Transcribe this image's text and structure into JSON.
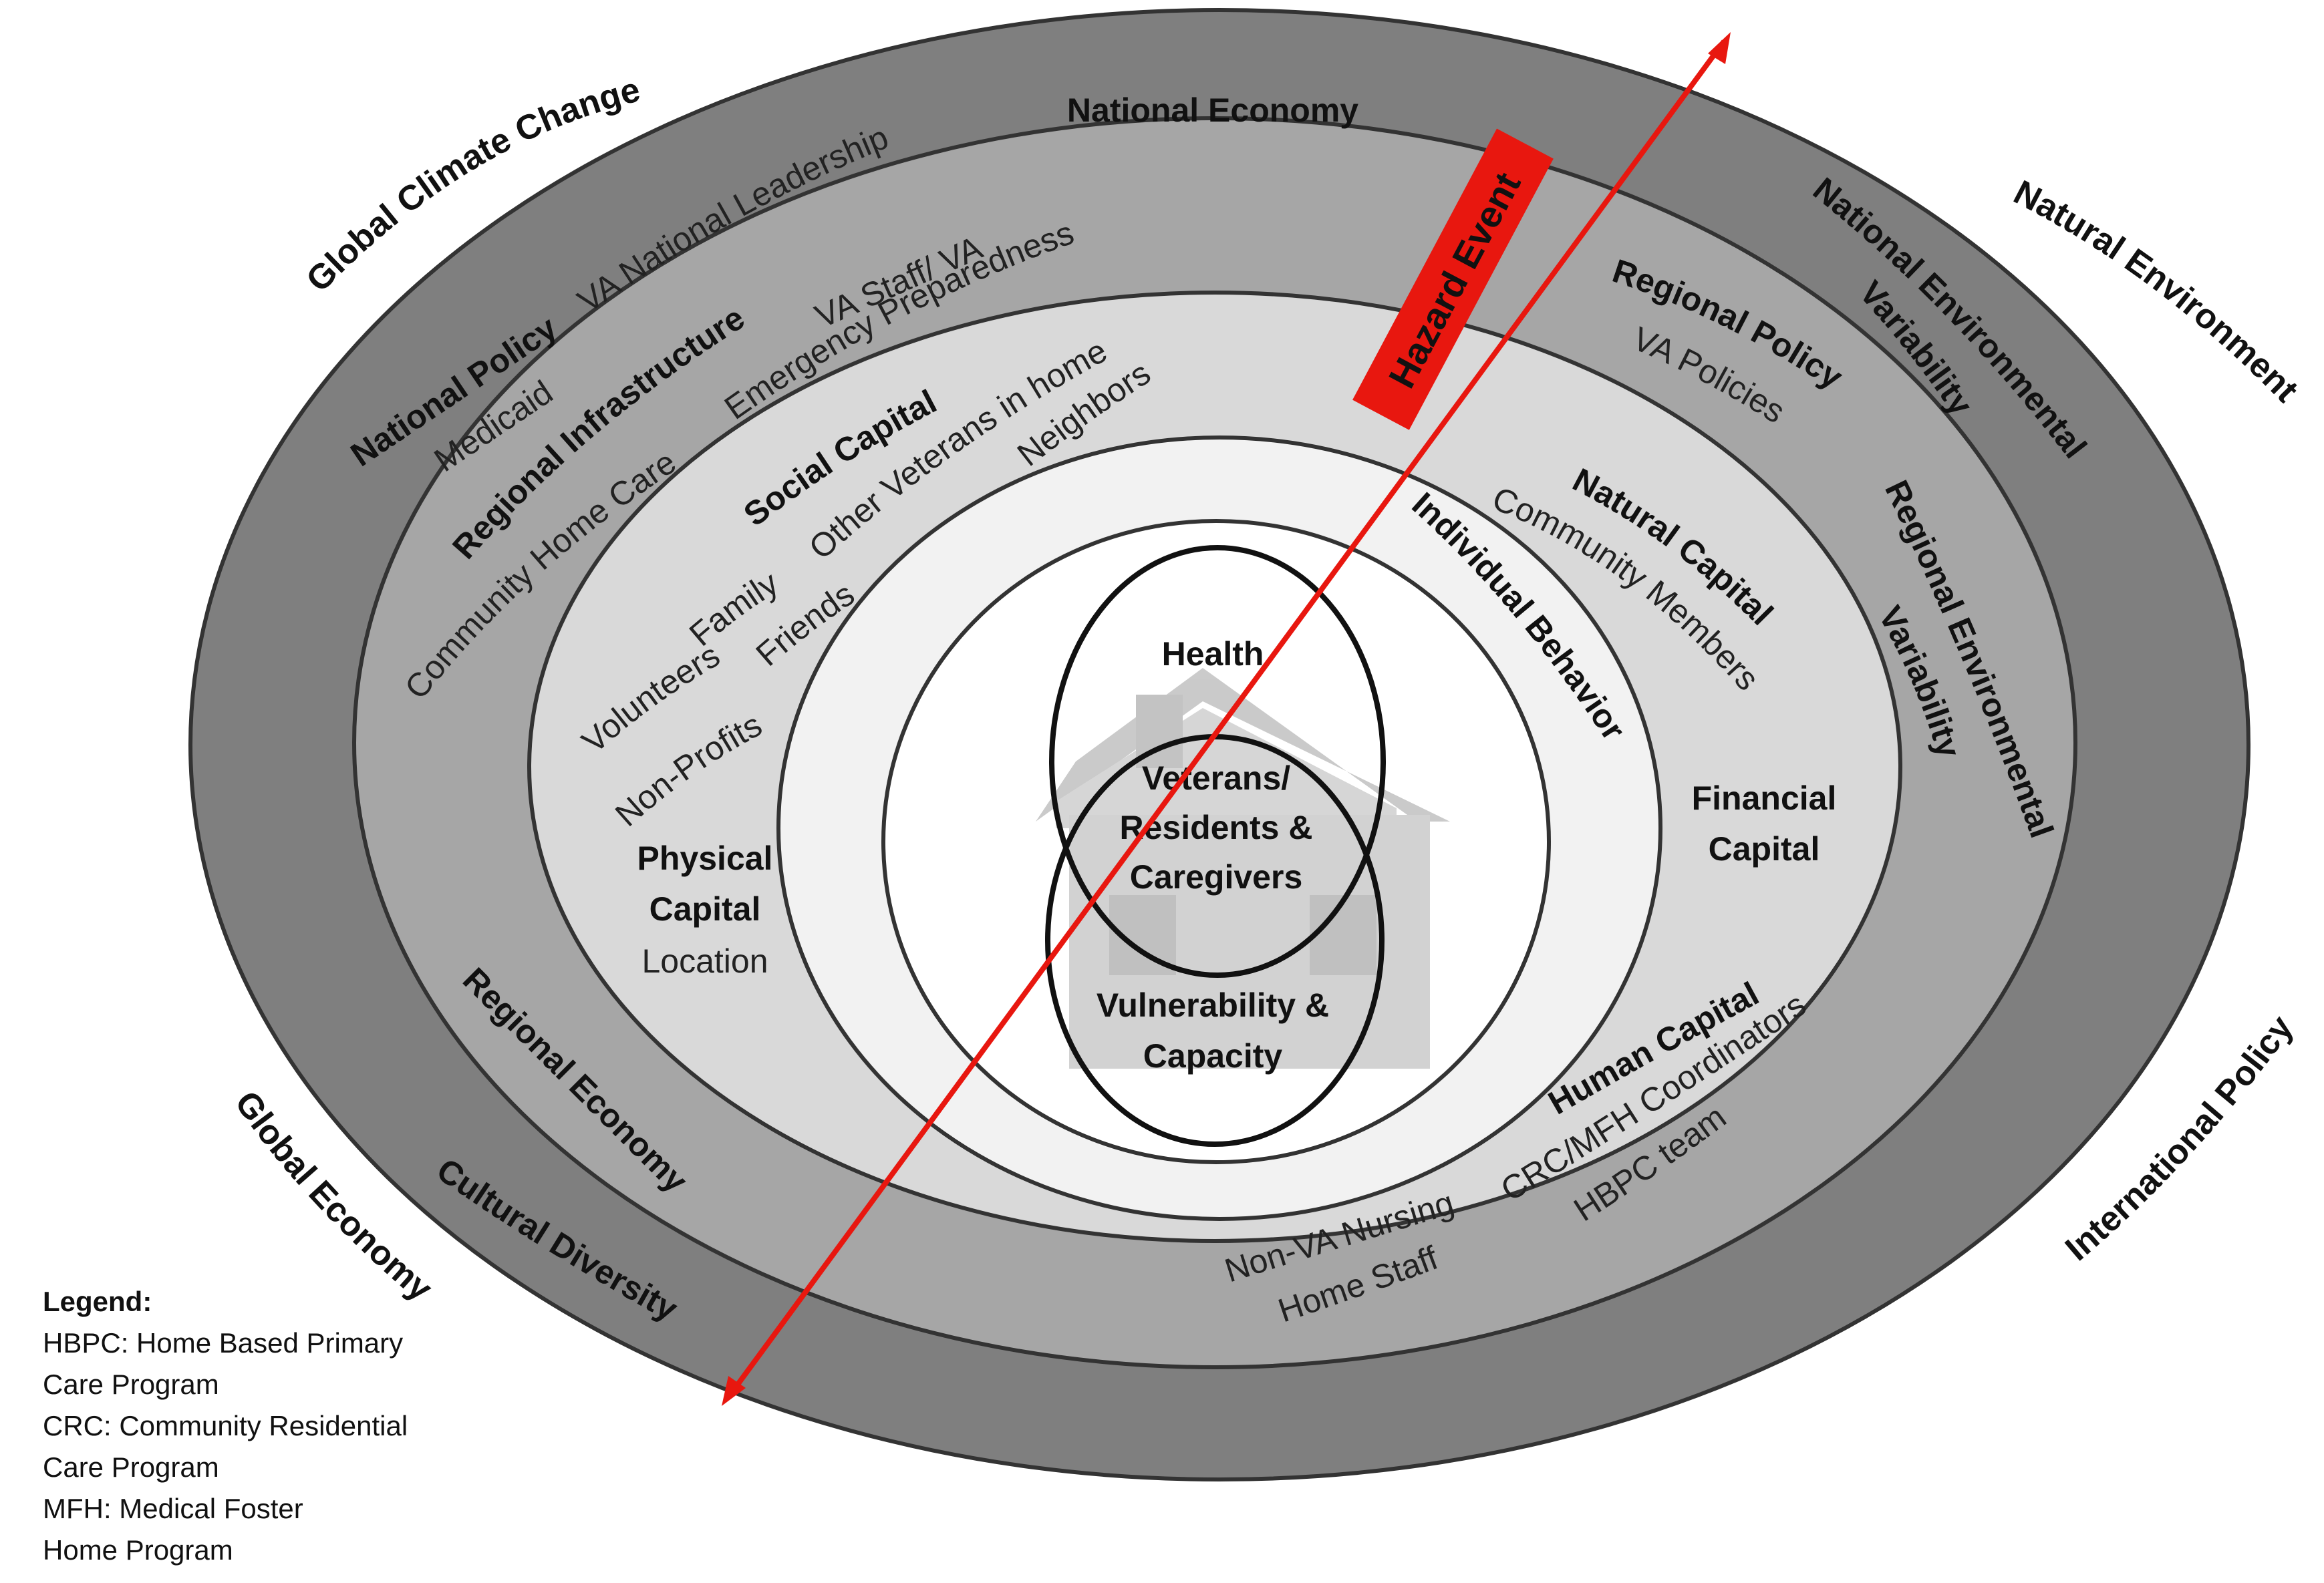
{
  "outer_labels": {
    "global_climate_change": "Global Climate Change",
    "natural_environment": "Natural Environment",
    "international_policy": "International Policy",
    "global_economy": "Global Economy"
  },
  "ring_national": {
    "national_economy": "National  Economy",
    "national_policy": "National  Policy",
    "medicaid": "Medicaid",
    "va_national_leadership": "VA National Leadership",
    "national_environmental_variability_1": "National Environmental",
    "national_environmental_variability_2": "Variability",
    "cultural_diversity": "Cultural Diversity"
  },
  "ring_regional": {
    "regional_infrastructure": "Regional Infrastructure",
    "community_home_care": "Community Home Care",
    "va_staff_va": "VA Staff/ VA",
    "emergency_preparedness": "Emergency Preparedness",
    "regional_policy": "Regional Policy",
    "va_policies": "VA Policies",
    "regional_environmental_variability_1": "Regional Environmental",
    "regional_environmental_variability_2": "Variability",
    "regional_economy": "Regional Economy"
  },
  "ring_capital": {
    "social_capital": "Social Capital",
    "other_veterans_in_home": "Other Veterans in home",
    "neighbors": "Neighbors",
    "family": "Family",
    "volunteers": "Volunteers",
    "friends": "Friends",
    "non_profits": "Non-Profits",
    "physical_capital_1": "Physical",
    "physical_capital_2": "Capital",
    "location": "Location",
    "natural_capital": "Natural Capital",
    "community_members": "Community Members",
    "financial_capital_1": "Financial",
    "financial_capital_2": "Capital",
    "human_capital": "Human Capital",
    "crc_mfh_coordinators": "CRC/MFH Coordinators",
    "hbpc_team": "HBPC team",
    "non_va_nursing": "Non-VA  Nursing",
    "home_staff": "Home Staff"
  },
  "ring_individual": {
    "individual_behavior": "Individual Behavior"
  },
  "core": {
    "health": "Health",
    "veterans_1": "Veterans/",
    "veterans_2": "Residents &",
    "veterans_3": "Caregivers",
    "vulnerability_1": "Vulnerability &",
    "vulnerability_2": "Capacity"
  },
  "hazard": {
    "label": "Hazard Event",
    "color": "#e8170f"
  },
  "legend": {
    "title": "Legend:",
    "lines": [
      "HBPC: Home Based Primary",
      "Care Program",
      "CRC: Community Residential",
      "Care Program",
      "MFH: Medical Foster",
      "Home Program"
    ]
  },
  "colors": {
    "ring_national": "#7f7f7f",
    "ring_regional": "#a6a6a6",
    "ring_capital": "#d9d9d9",
    "ring_individual": "#f2f2f2",
    "core_fill": "#ffffff",
    "house": "#c8c8c8"
  }
}
